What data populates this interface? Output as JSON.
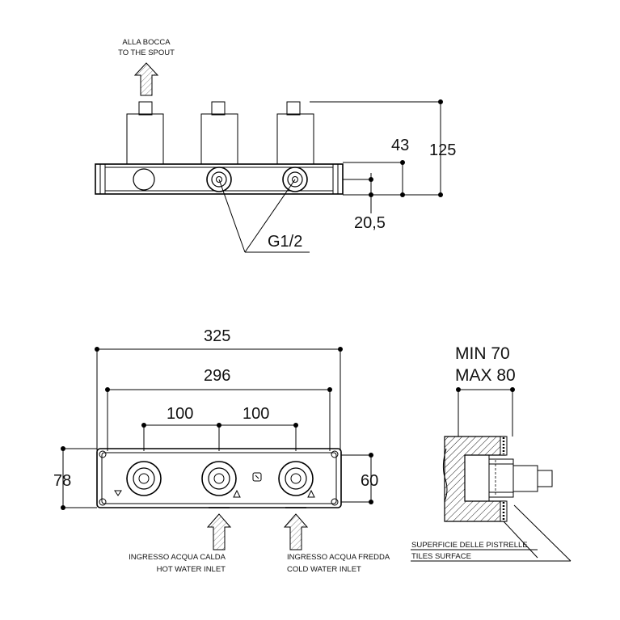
{
  "top_view": {
    "spout_label_it": "ALLA BOCCA",
    "spout_label_en": "TO THE SPOUT",
    "dim_43": "43",
    "dim_125": "125",
    "dim_20_5": "20,5",
    "thread_label": "G1/2"
  },
  "front_view": {
    "dim_325": "325",
    "dim_296": "296",
    "dim_100_left": "100",
    "dim_100_right": "100",
    "dim_78": "78",
    "dim_60": "60",
    "hot_inlet_it": "INGRESSO ACQUA CALDA",
    "hot_inlet_en": "HOT WATER INLET",
    "cold_inlet_it": "INGRESSO ACQUA FREDDA",
    "cold_inlet_en": "COLD WATER INLET"
  },
  "section_view": {
    "min_label": "MIN 70",
    "max_label": "MAX 80",
    "tiles_it": "SUPERFICIE DELLE PISTRELLE",
    "tiles_en": "TILES SURFACE"
  }
}
